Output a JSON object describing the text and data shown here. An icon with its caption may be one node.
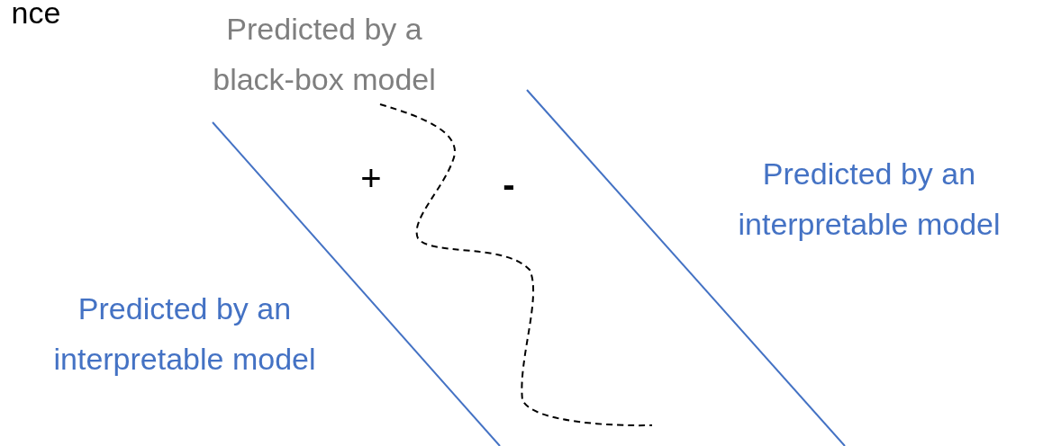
{
  "diagram": {
    "labels": [
      "nce",
      "Predicted by a black-box model",
      "+",
      "-",
      "Predicted by an interpretable model",
      "Predicted by an interpretable model"
    ]
  }
}
